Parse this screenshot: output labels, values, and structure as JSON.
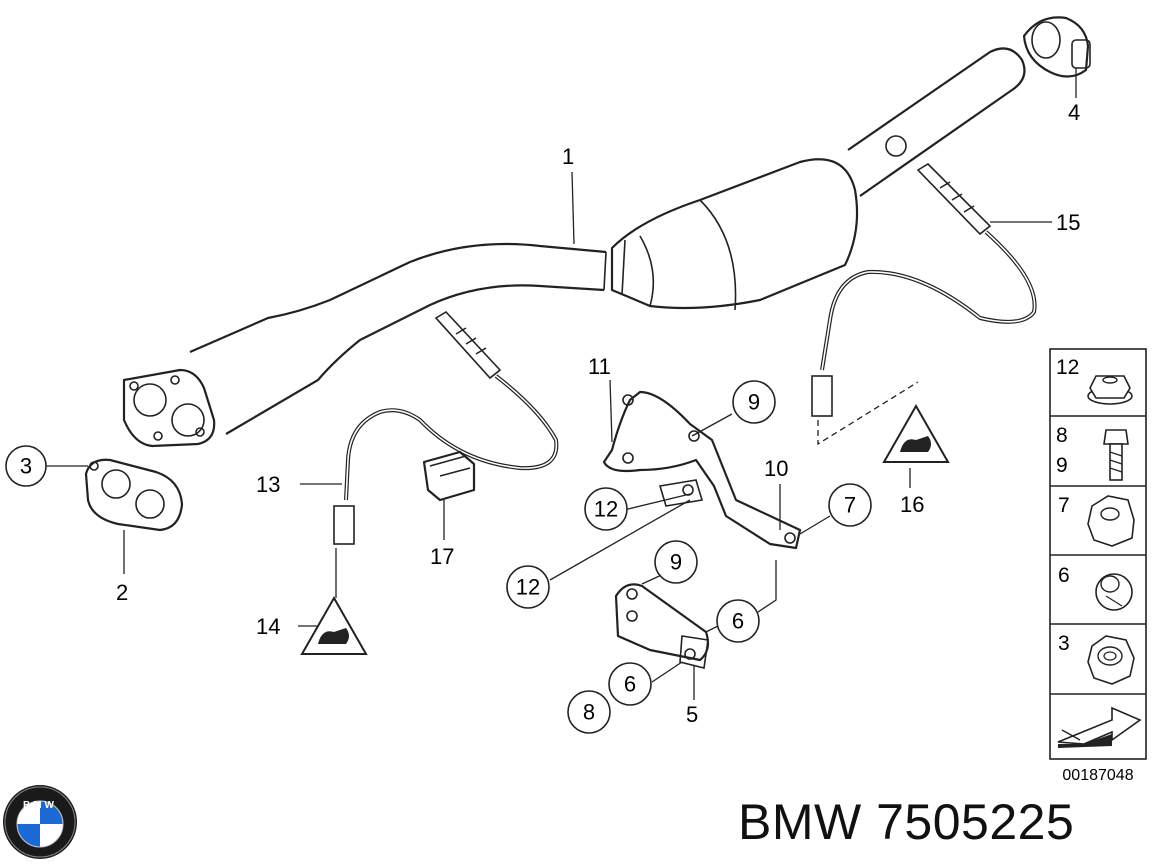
{
  "brand": {
    "make": "BMW",
    "part_number": "7505225",
    "logo_letters": "BMW"
  },
  "diagram_ref": "00187048",
  "callouts": {
    "c1": "1",
    "c2": "2",
    "c3": "3",
    "c4": "4",
    "c5": "5",
    "c6a": "6",
    "c6b": "6",
    "c7": "7",
    "c8": "8",
    "c9a": "9",
    "c9b": "9",
    "c10": "10",
    "c11": "11",
    "c12a": "12",
    "c12b": "12",
    "c13": "13",
    "c14": "14",
    "c15": "15",
    "c16": "16",
    "c17": "17"
  },
  "legend": [
    {
      "label": "12",
      "icon": "flange-nut-icon"
    },
    {
      "label": "8",
      "label2": "9",
      "icon": "bolt-icon"
    },
    {
      "label": "7",
      "icon": "hex-nut-icon"
    },
    {
      "label": "6",
      "icon": "collar-nut-icon"
    },
    {
      "label": "3",
      "icon": "self-locking-nut-icon"
    }
  ],
  "warning_icons": [
    "torque-warning-icon",
    "torque-warning-icon"
  ]
}
